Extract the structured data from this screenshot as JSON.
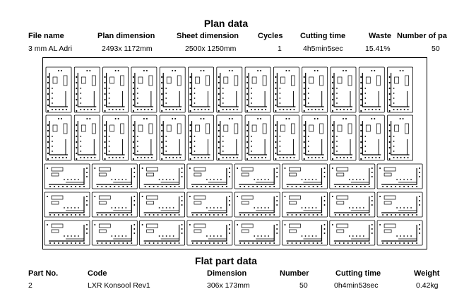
{
  "plan": {
    "title": "Plan data",
    "headers": [
      "File name",
      "Plan dimension",
      "Sheet dimension",
      "Cycles",
      "Cutting time",
      "Waste",
      "Number of pa"
    ],
    "values": [
      "3 mm AL Adri",
      "2493x 1172mm",
      "2500x 1250mm",
      "1",
      "4h5min5sec",
      "15.41%",
      "50"
    ]
  },
  "flat": {
    "title": "Flat part data",
    "headers": [
      "Part No.",
      "Code",
      "Dimension",
      "Number",
      "Cutting time",
      "Weight"
    ],
    "values": [
      "2",
      "LXR Konsool Rev1",
      "306x 173mm",
      "50",
      "0h4min53sec",
      "0.42kg"
    ]
  },
  "nesting": {
    "colors": {
      "stroke": "#000000",
      "background": "#ffffff"
    },
    "tall_parts_per_row": 13,
    "tall_rows": 2,
    "wide_parts_per_row": 8,
    "wide_rows": 3,
    "total_parts": 50
  }
}
